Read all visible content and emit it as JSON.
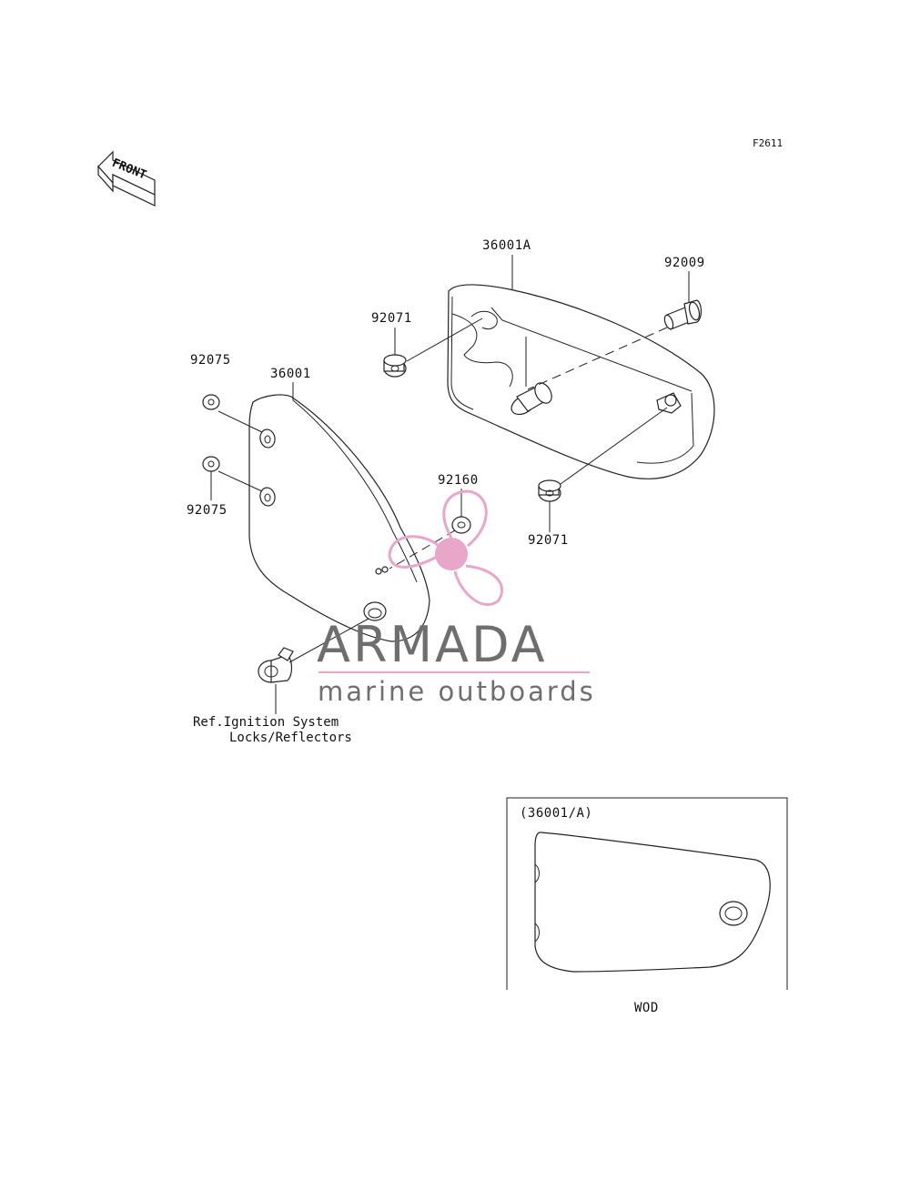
{
  "figure_code": "F2611",
  "front_arrow_label": "FRONT",
  "part_labels": {
    "cover_right": "36001A",
    "bolt": "92009",
    "damper_upper": "92071",
    "damper_lower": "92071",
    "grommet_upper": "92075",
    "cover_left": "36001",
    "grommet_lower": "92075",
    "grommet_center": "92160"
  },
  "reference_note": {
    "line1": "Ref.Ignition System",
    "line2": "Locks/Reflectors"
  },
  "inset": {
    "title": "(36001/A)",
    "caption": "WOD"
  },
  "watermark": {
    "brand": "ARMADA",
    "tagline": "marine outboards",
    "accent_color": "#e8a6c8",
    "text_color": "#6e6e6e"
  }
}
